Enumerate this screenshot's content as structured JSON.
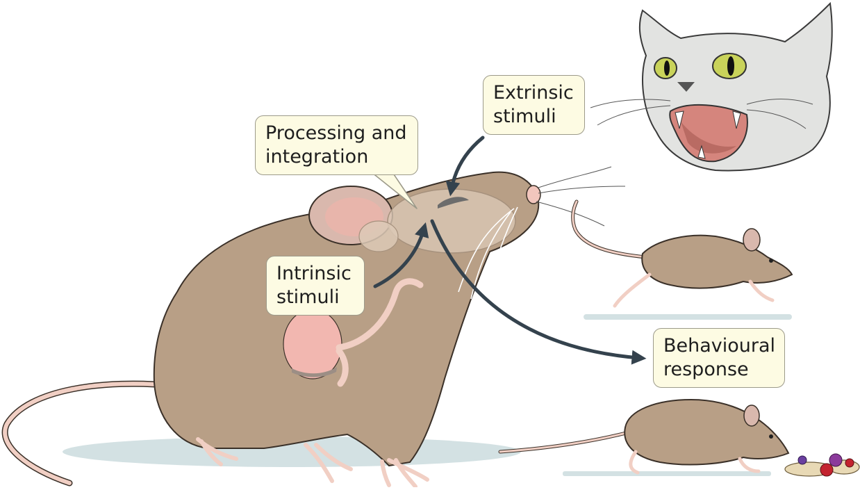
{
  "labels": {
    "processing": {
      "line1": "Processing and",
      "line2": "integration"
    },
    "extrinsic": {
      "line1": "Extrinsic",
      "line2": "stimuli"
    },
    "intrinsic": {
      "line1": "Intrinsic",
      "line2": "stimuli"
    },
    "behavioural": {
      "line1": "Behavioural",
      "line2": "response"
    }
  },
  "colors": {
    "mouse_fur": "#b89f86",
    "mouse_outline": "#3a3028",
    "mouse_skin": "#f1cfc4",
    "ear_inner": "#e8b5ab",
    "stomach": "#f2b7b0",
    "brain": "#d9c7b4",
    "cat_fur": "#e2e3e1",
    "cat_eye": "#c9d35a",
    "cat_mouth": "#d5857d",
    "arrow": "#34424d",
    "shadow": "#d3e1e3",
    "callout_bg": "#fdfbe3",
    "callout_border": "#9c9a8a"
  }
}
